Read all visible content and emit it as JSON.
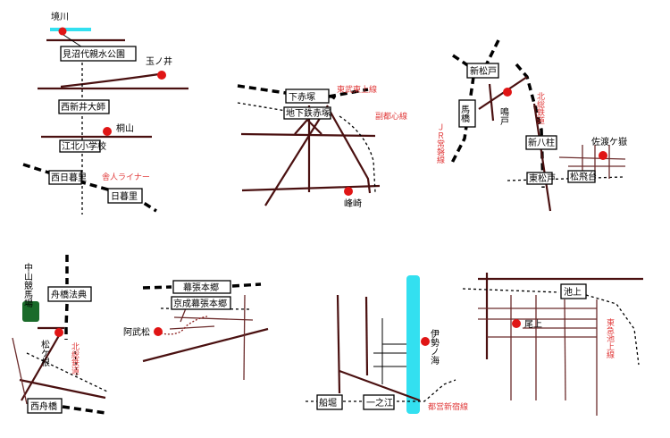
{
  "colors": {
    "venue": "#e01515",
    "road": "#4a1010",
    "river": "#33e0f0",
    "park": "#1a6b2a",
    "label_red": "#e03a3a"
  },
  "map1": {
    "venues": [
      "境川",
      "玉ノ井",
      "桐山"
    ],
    "stations": [
      "見沼代親水公園",
      "西新井大師",
      "江北小学校",
      "西日暮里",
      "日暮里"
    ],
    "line_label": "舎人ライナー"
  },
  "map2": {
    "venues": [
      "峰崎"
    ],
    "stations": [
      "下赤塚",
      "地下鉄赤塚"
    ],
    "line_labels": [
      "東武東上線",
      "副都心線"
    ]
  },
  "map3": {
    "venues": [
      "鳴戸",
      "佐渡ケ嶽"
    ],
    "stations": [
      "新松戸",
      "馬橋",
      "新八柱",
      "東松戸",
      "松飛台"
    ],
    "line_labels": [
      "ＪＲ常磐線",
      "北総鉄道"
    ]
  },
  "map4": {
    "venues": [
      "松ケ根"
    ],
    "stations": [
      "舟橋法典",
      "西舟橋"
    ],
    "landmark": "中山競馬場",
    "line_label": "北総鉄道"
  },
  "map5": {
    "venues": [
      "阿武松"
    ],
    "stations": [
      "京成幕張本郷",
      "幕張本郷"
    ]
  },
  "map6": {
    "venues": [
      "伊勢ノ海"
    ],
    "stations": [
      "船堀",
      "一之江"
    ],
    "line_label": "都営新宿線"
  },
  "map7": {
    "venues": [
      "尾上"
    ],
    "stations": [
      "池上"
    ],
    "line_label": "東急池上線"
  }
}
